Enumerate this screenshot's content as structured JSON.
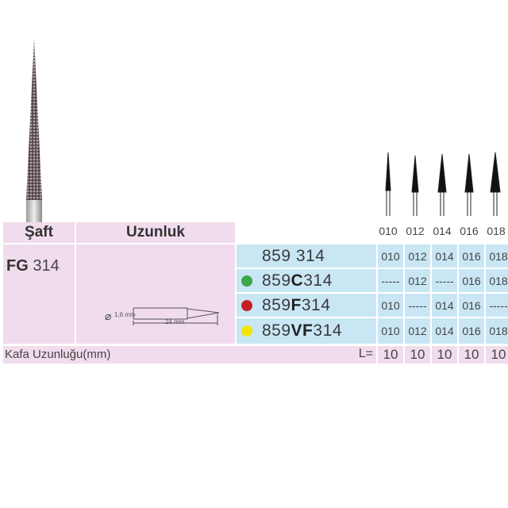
{
  "header": {
    "shaft_label": "Şaft",
    "length_label": "Uzunluk"
  },
  "shaft": {
    "prefix": "FG",
    "number": "314"
  },
  "dimensions": {
    "diameter": "1,6 mm",
    "length": "24 mm"
  },
  "sizes": [
    "010",
    "012",
    "014",
    "016",
    "018"
  ],
  "rows": [
    {
      "code_pre": "859 314",
      "code_bold": "",
      "code_post": "",
      "dot": "",
      "cells": [
        "010",
        "012",
        "014",
        "016",
        "018"
      ]
    },
    {
      "code_pre": "859",
      "code_bold": "C",
      "code_post": "314",
      "dot": "#3aa845",
      "cells": [
        "-----",
        "012",
        "-----",
        "016",
        "018"
      ]
    },
    {
      "code_pre": "859",
      "code_bold": "F",
      "code_post": "314",
      "dot": "#c41f25",
      "cells": [
        "010",
        "-----",
        "014",
        "016",
        "-----"
      ]
    },
    {
      "code_pre": "859",
      "code_bold": "VF",
      "code_post": "314",
      "dot": "#f2e600",
      "cells": [
        "010",
        "012",
        "014",
        "016",
        "018"
      ]
    }
  ],
  "footer": {
    "label": "Kafa Uzunluğu(mm)",
    "l_label": "L=",
    "values": [
      "10",
      "10",
      "10",
      "10",
      "10"
    ]
  },
  "colors": {
    "pink": "#f0dcec",
    "blue": "#c9e6f5"
  }
}
